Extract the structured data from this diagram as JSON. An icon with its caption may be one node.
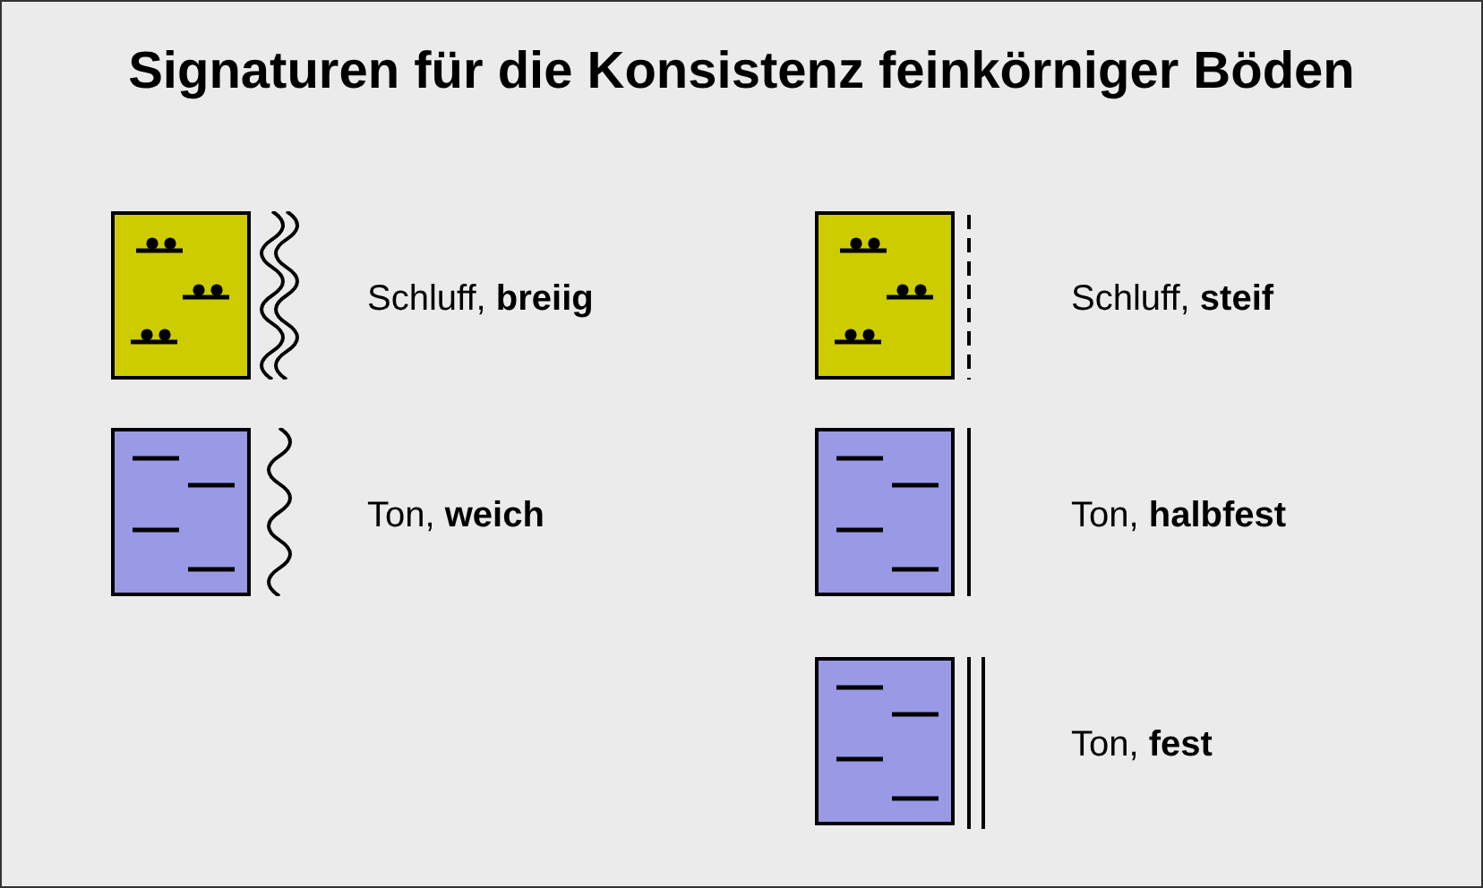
{
  "diagram": {
    "title": "Signaturen für die Konsistenz feinkörniger Böden",
    "legend": [
      {
        "text": "Schluff, **breiig**"
      },
      {
        "text": "Ton, **weich**"
      },
      {
        "text": "Schluff, **steif**"
      },
      {
        "text": "Ton, **halbfest**"
      },
      {
        "text": "Ton, **fest**"
      }
    ]
  }
}
